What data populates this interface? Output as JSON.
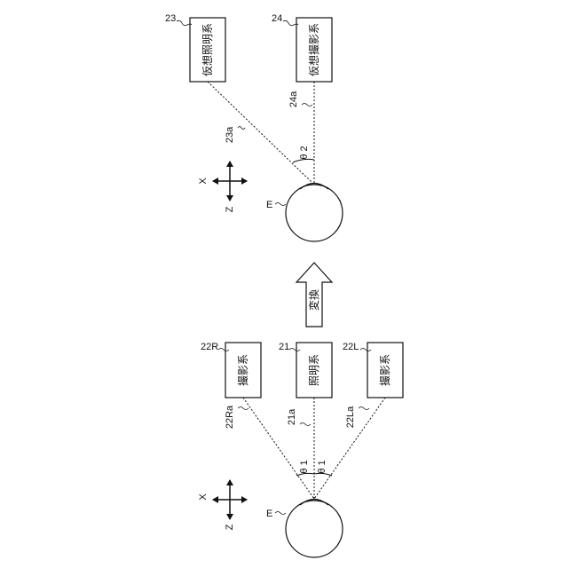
{
  "top_panel": {
    "box_23": {
      "ref": "23",
      "text": "仮想照明系"
    },
    "box_24": {
      "ref": "24",
      "text": "仮想撮影系"
    },
    "ray_23a": "23a",
    "ray_24a": "24a",
    "angle": "θ 2",
    "eye": "E",
    "axis_x": "X",
    "axis_z": "Z"
  },
  "transform_arrow": {
    "text": "変換"
  },
  "bottom_panel": {
    "box_22R": {
      "ref": "22R",
      "text": "撮影系"
    },
    "box_21": {
      "ref": "21",
      "text": "照明系"
    },
    "box_22L": {
      "ref": "22L",
      "text": "撮影系"
    },
    "ray_22Ra": "22Ra",
    "ray_21a": "21a",
    "ray_22La": "22La",
    "angle_1": "θ 1",
    "angle_2": "θ 1",
    "eye": "E",
    "axis_x": "X",
    "axis_z": "Z"
  }
}
